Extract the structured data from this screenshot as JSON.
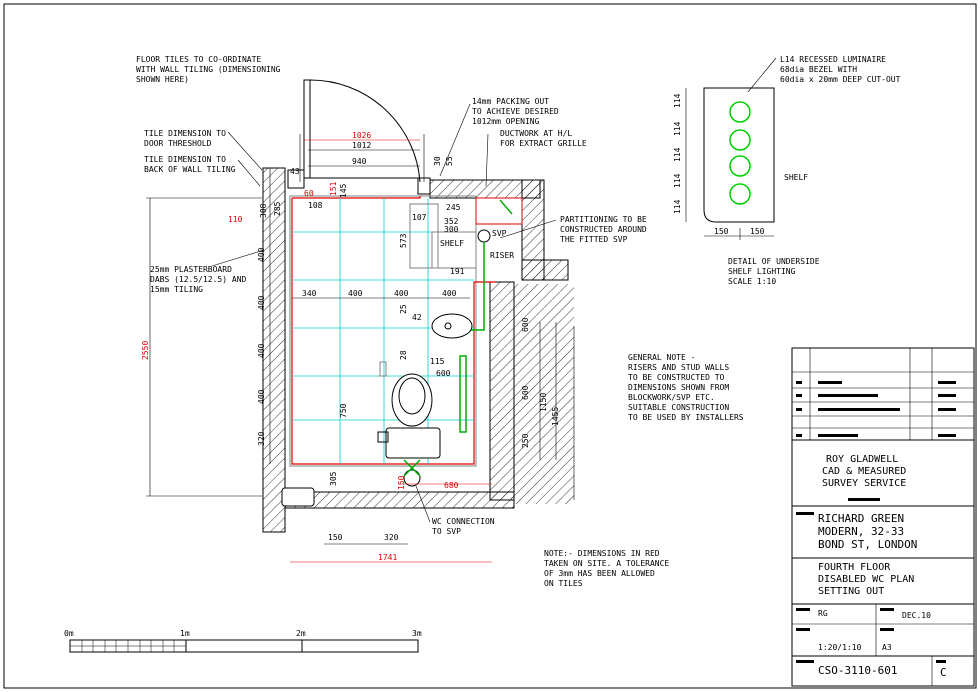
{
  "notes": {
    "floor_tiles": [
      "FLOOR TILES TO CO-ORDINATE",
      "WITH WALL TILING (DIMENSIONING",
      "SHOWN HERE)"
    ],
    "tile_door": [
      "TILE DIMENSION TO",
      "DOOR THRESHOLD"
    ],
    "tile_wall": [
      "TILE DIMENSION TO",
      "BACK OF WALL TILING"
    ],
    "plasterboard": [
      "25mm PLASTERBOARD",
      "DABS (12.5/12.5) AND",
      "15mm TILING"
    ],
    "packing": [
      "14mm PACKING OUT",
      "TO ACHIEVE DESIRED",
      "1012mm OPENING"
    ],
    "ductwork": [
      "DUCTWORK AT H/L",
      "FOR EXTRACT GRILLE"
    ],
    "partitioning": [
      "PARTITIONING TO BE",
      "CONSTRUCTED AROUND",
      "THE FITTED SVP"
    ],
    "luminaire": [
      "L14 RECESSED LUMINAIRE",
      "68dia BEZEL WITH",
      "60dia x 20mm DEEP CUT-OUT"
    ],
    "shelf_detail": [
      "DETAIL OF UNDERSIDE",
      "SHELF LIGHTING",
      "SCALE 1:10"
    ],
    "general": [
      "GENERAL NOTE -",
      "RISERS AND STUD WALLS",
      "TO BE CONSTRUCTED TO",
      "DIMENSIONS SHOWN FROM",
      "BLOCKWORK/SVP ETC.",
      "SUITABLE CONSTRUCTION",
      "TO BE USED BY INSTALLERS"
    ],
    "red_note": [
      "NOTE:- DIMENSIONS IN RED",
      "TAKEN ON SITE. A TOLERANCE",
      "OF 3mm HAS BEEN ALLOWED",
      "ON TILES"
    ],
    "wc_connection": [
      "WC CONNECTION",
      "TO SVP"
    ]
  },
  "labels": {
    "shelf": "SHELF",
    "svp": "SVP",
    "riser": "RISER",
    "detail_shelf": "SHELF"
  },
  "dims": {
    "d1026": "1026",
    "d1012": "1012",
    "d940": "940",
    "d43": "43",
    "d30": "30",
    "d55": "55",
    "d151": "151",
    "d145": "145",
    "d108": "108",
    "d60": "60",
    "d285": "285",
    "d308": "308",
    "d110": "110",
    "d245": "245",
    "d107": "107",
    "d352": "352",
    "d300": "300",
    "d573": "573",
    "d191": "191",
    "d400a": "400",
    "d400b": "400",
    "d400c": "400",
    "d400d": "400",
    "d320v": "320",
    "d2550": "2550",
    "h340": "340",
    "h400a": "400",
    "h400b": "400",
    "h400c": "400",
    "d42": "42",
    "d25": "25",
    "d28": "28",
    "d115": "115",
    "d600": "600",
    "d750": "750",
    "d305": "305",
    "d150": "150",
    "d680": "680",
    "v600a": "600",
    "v600b": "600",
    "v250": "250",
    "v1150": "1150",
    "v1455": "1455",
    "h150": "150",
    "h320": "320",
    "h1741": "1741",
    "s114a": "114",
    "s114b": "114",
    "s114c": "114",
    "s114d": "114",
    "s114e": "114",
    "s150a": "150",
    "s150b": "150"
  },
  "scale_bar": {
    "labels": [
      "0m",
      "1m",
      "2m",
      "3m"
    ]
  },
  "title_block": {
    "company": [
      "ROY GLADWELL",
      "CAD & MEASURED",
      "SURVEY SERVICE"
    ],
    "client": [
      "RICHARD GREEN",
      "MODERN, 32-33",
      "BOND ST, LONDON"
    ],
    "title": [
      "FOURTH FLOOR",
      "DISABLED WC PLAN",
      "SETTING OUT"
    ],
    "drawn_by": "RG",
    "date": "DEC.10",
    "scale": "1:20/1:10",
    "size": "A3",
    "number": "CSO-3110-601",
    "revision": "C"
  },
  "colors": {
    "red": "#e00000",
    "cyan": "#00d0d0",
    "green": "#00b000",
    "grey": "#808080"
  }
}
